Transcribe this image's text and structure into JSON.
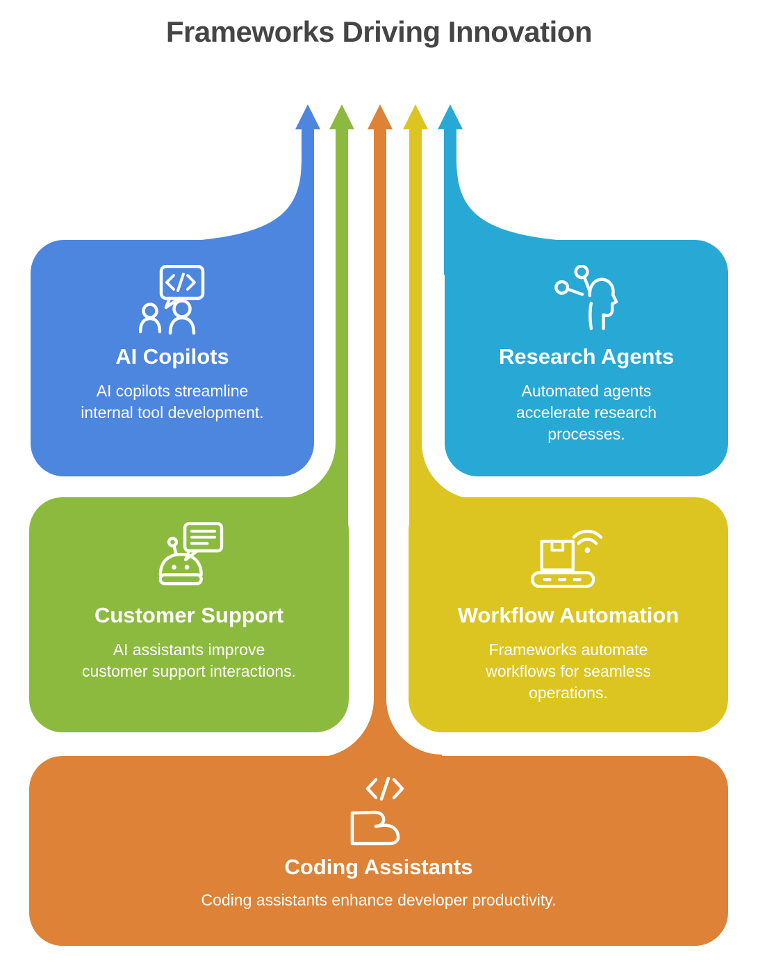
{
  "title": "Frameworks Driving Innovation",
  "colors": {
    "blue": "#4c86df",
    "green": "#8cba3f",
    "orange": "#dd8236",
    "yellow": "#dcc520",
    "cyan": "#28a8d5",
    "title_text": "#454545",
    "card_text": "#ffffff",
    "background": "#ffffff"
  },
  "arrows": {
    "direction": "up",
    "order_left_to_right": [
      "blue",
      "green",
      "orange",
      "yellow",
      "cyan"
    ]
  },
  "cards": [
    {
      "id": "ai-copilots",
      "label": "AI Copilots",
      "description": "AI copilots streamline\ninternal tool development.",
      "color": "#4c86df",
      "icon": "chat-code-people-icon"
    },
    {
      "id": "research-agents",
      "label": "Research Agents",
      "description": "Automated agents\naccelerate research\nprocesses.",
      "color": "#28a8d5",
      "icon": "head-pins-icon"
    },
    {
      "id": "customer-support",
      "label": "Customer Support",
      "description": "AI assistants improve\ncustomer support interactions.",
      "color": "#8cba3f",
      "icon": "robot-chat-icon"
    },
    {
      "id": "workflow-automation",
      "label": "Workflow Automation",
      "description": "Frameworks automate\nworkflows for seamless\noperations.",
      "color": "#dcc520",
      "icon": "conveyor-wifi-icon"
    },
    {
      "id": "coding-assistants",
      "label": "Coding Assistants",
      "description": "Coding assistants enhance developer productivity.",
      "color": "#dd8236",
      "icon": "code-hand-icon"
    }
  ]
}
